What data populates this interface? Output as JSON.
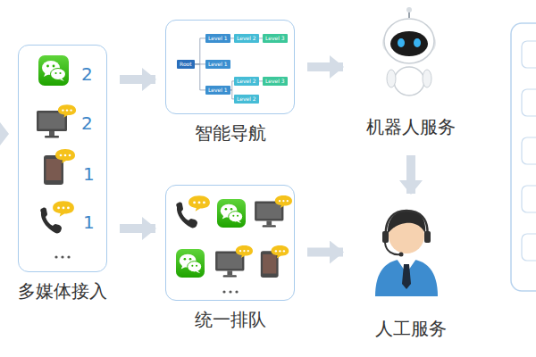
{
  "diagram": {
    "nodes": [
      {
        "text": [
          "多媒体接入"
        ]
      },
      {
        "text": [
          "智能导航"
        ]
      },
      {
        "text": [
          "Root"
        ],
        "in": 1
      },
      {
        "text": [
          "Level 1"
        ],
        "in": 1
      },
      {
        "text": [
          "Level 2"
        ],
        "in": 1
      },
      {
        "text": [
          "Level 3"
        ],
        "in": 1
      },
      {
        "text": [
          "Level 1"
        ],
        "in": 1
      },
      {
        "text": [
          "Level 1"
        ],
        "in": 1
      },
      {
        "text": [
          "Level 2"
        ],
        "in": 1
      },
      {
        "text": [
          "Level 3"
        ],
        "in": 1
      },
      {
        "text": [
          "Level 2"
        ],
        "in": 1
      },
      {
        "text": [
          "统一排队"
        ]
      },
      {
        "text": [
          "机器人服务"
        ]
      },
      {
        "text": [
          "人工服务"
        ]
      }
    ],
    "edges": [
      {
        "from": 0,
        "to": 1,
        "arrow": "to"
      },
      {
        "from": 0,
        "to": 11,
        "arrow": "to"
      },
      {
        "from": 1,
        "to": 12,
        "arrow": "to"
      },
      {
        "from": 12,
        "to": 13,
        "arrow": "to"
      },
      {
        "from": 11,
        "to": 13,
        "arrow": "to"
      },
      {
        "from": 2,
        "to": 3,
        "arrow": "none"
      },
      {
        "from": 2,
        "to": 6,
        "arrow": "none"
      },
      {
        "from": 2,
        "to": 7,
        "arrow": "none"
      },
      {
        "from": 3,
        "to": 4,
        "arrow": "none"
      },
      {
        "from": 4,
        "to": 5,
        "arrow": "none"
      },
      {
        "from": 7,
        "to": 8,
        "arrow": "none"
      },
      {
        "from": 8,
        "to": 9,
        "arrow": "none"
      },
      {
        "from": 7,
        "to": 10,
        "arrow": "none"
      }
    ],
    "labels": [
      "2",
      "2",
      "1",
      "1"
    ]
  }
}
